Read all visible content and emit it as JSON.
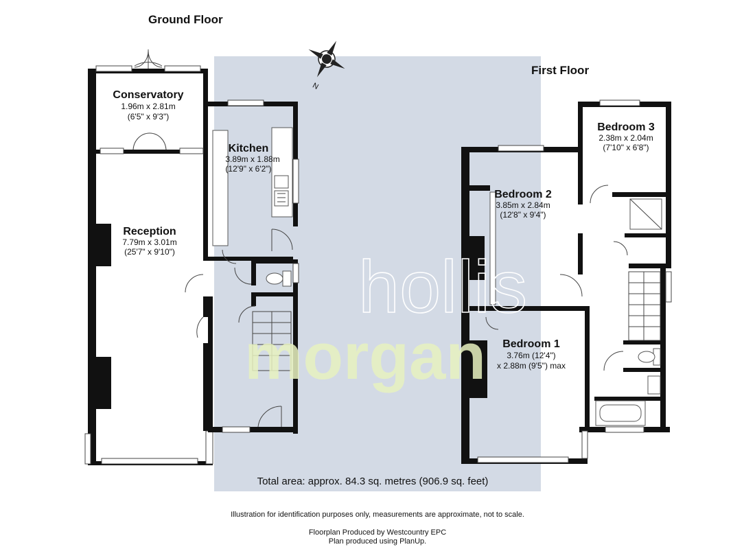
{
  "floors": {
    "ground": {
      "title": "Ground Floor"
    },
    "first": {
      "title": "First Floor"
    }
  },
  "compass": {
    "north_label": "N"
  },
  "rooms": {
    "conservatory": {
      "name": "Conservatory",
      "metric": "1.96m x 2.81m",
      "imperial": "(6'5\" x 9'3\")"
    },
    "kitchen": {
      "name": "Kitchen",
      "metric": "3.89m x 1.88m",
      "imperial": "(12'9\" x 6'2\")"
    },
    "reception": {
      "name": "Reception",
      "metric": "7.79m x 3.01m",
      "imperial": "(25'7\" x 9'10\")"
    },
    "bedroom3": {
      "name": "Bedroom 3",
      "metric": "2.38m x 2.04m",
      "imperial": "(7'10\" x 6'8\")"
    },
    "bedroom2": {
      "name": "Bedroom 2",
      "metric": "3.85m x 2.84m",
      "imperial": "(12'8\" x 9'4\")"
    },
    "bedroom1": {
      "name": "Bedroom 1",
      "metric": "3.76m (12'4\")",
      "imperial": "x 2.88m (9'5\") max"
    }
  },
  "watermark": {
    "line1": "hollis",
    "line2": "morgan"
  },
  "total_area": "Total area: approx. 84.3 sq. metres (906.9 sq. feet)",
  "footer": {
    "disclaimer": "Illustration for identification purposes only, measurements are approximate, not to scale.",
    "producer": "Floorplan Produced by Westcountry EPC",
    "software": "Plan produced using PlanUp."
  },
  "colors": {
    "watermark_panel": "#d3dae5",
    "walls": "#111111",
    "watermark_green": "#e8f2c0"
  }
}
